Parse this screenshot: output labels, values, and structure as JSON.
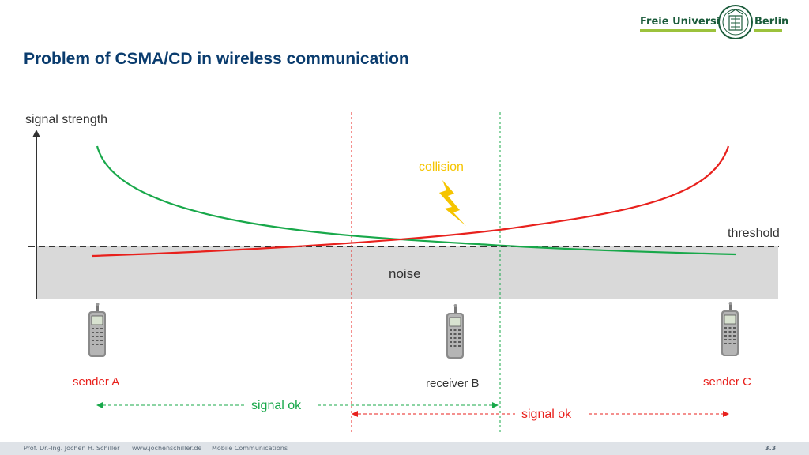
{
  "header": {
    "title": "Problem of CSMA/CD in wireless communication",
    "logo_left": "Freie Universität",
    "logo_right": "Berlin"
  },
  "diagram": {
    "y_axis_label": "signal strength",
    "collision_label": "collision",
    "threshold_label": "threshold",
    "noise_label": "noise",
    "devices": [
      {
        "label": "sender A",
        "color": "#e8211d"
      },
      {
        "label": "receiver B",
        "color": "#333333"
      },
      {
        "label": "sender C",
        "color": "#e8211d"
      }
    ],
    "signal_ok_a": "signal ok",
    "signal_ok_c": "signal ok",
    "colors": {
      "signal_a": "#18a84a",
      "signal_c": "#e8211d",
      "collision": "#f5c400",
      "noise_band": "#d9d9d9"
    }
  },
  "footer": {
    "author": "Prof. Dr.-Ing. Jochen H. Schiller",
    "website": "www.jochenschiller.de",
    "course": "Mobile Communications",
    "page": "3.3"
  }
}
